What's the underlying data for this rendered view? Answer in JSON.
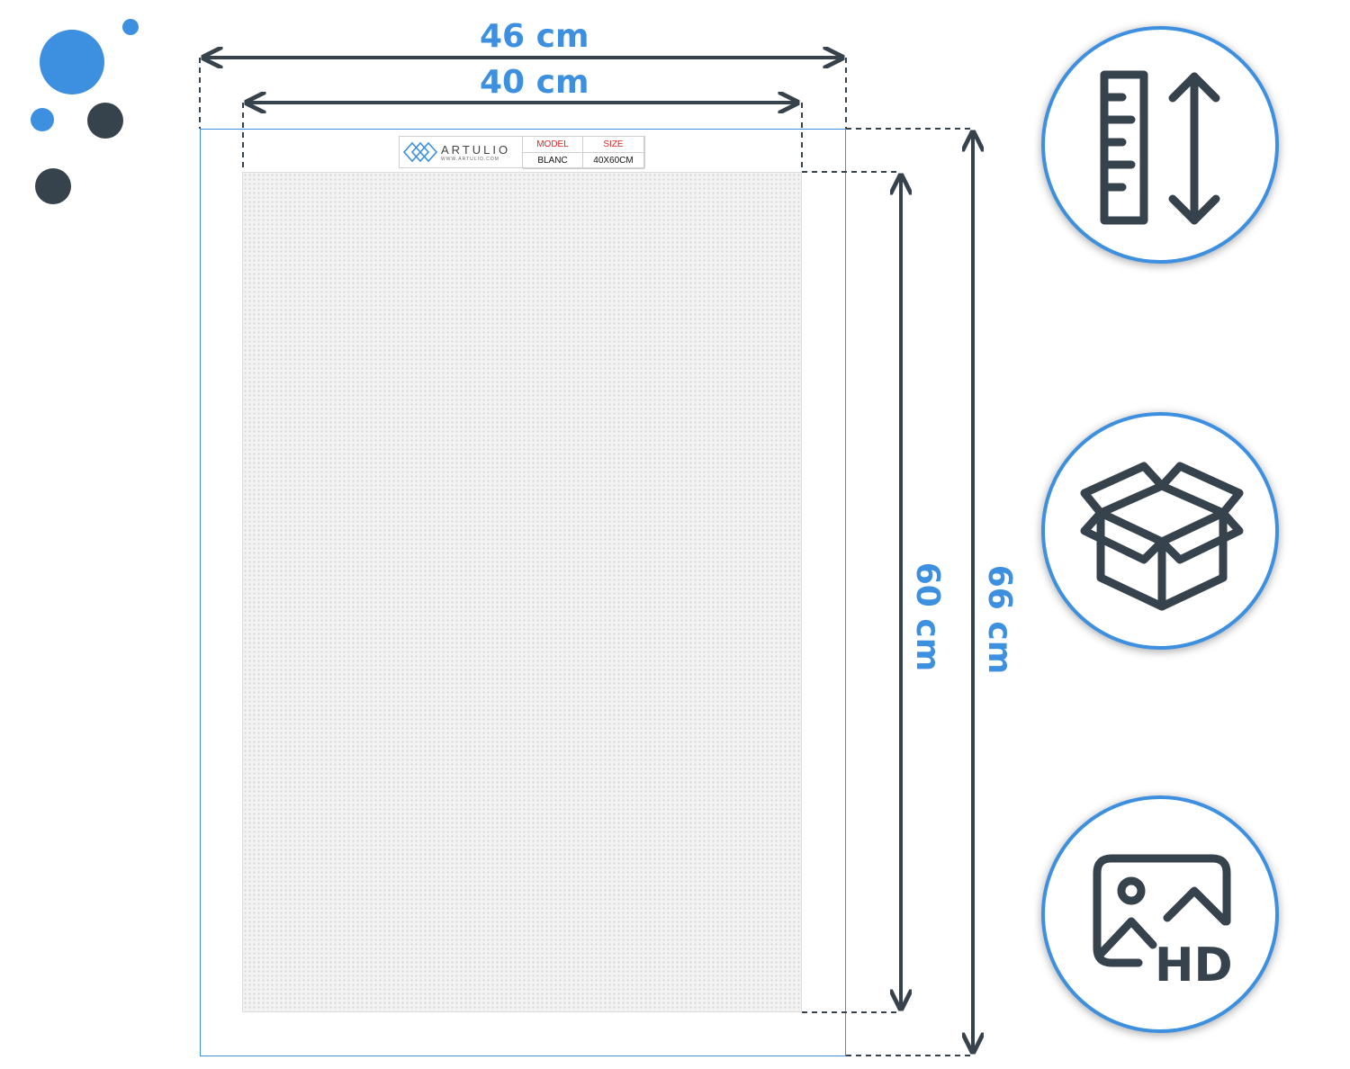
{
  "dimensions": {
    "outer_width": "46 cm",
    "inner_width": "40 cm",
    "inner_height": "60 cm",
    "outer_height": "66 cm"
  },
  "label": {
    "brand": "ARTULIO",
    "brand_url": "WWW.ARTULIO.COM",
    "model_header": "MODEL",
    "size_header": "SIZE",
    "model_value": "BLANC",
    "size_value": "40X60CM"
  },
  "colors": {
    "accent": "#3d8fe0",
    "dark": "#37434c",
    "label_red": "#dd2222"
  },
  "icons": [
    "ruler-height-icon",
    "open-box-icon",
    "hd-image-icon"
  ]
}
